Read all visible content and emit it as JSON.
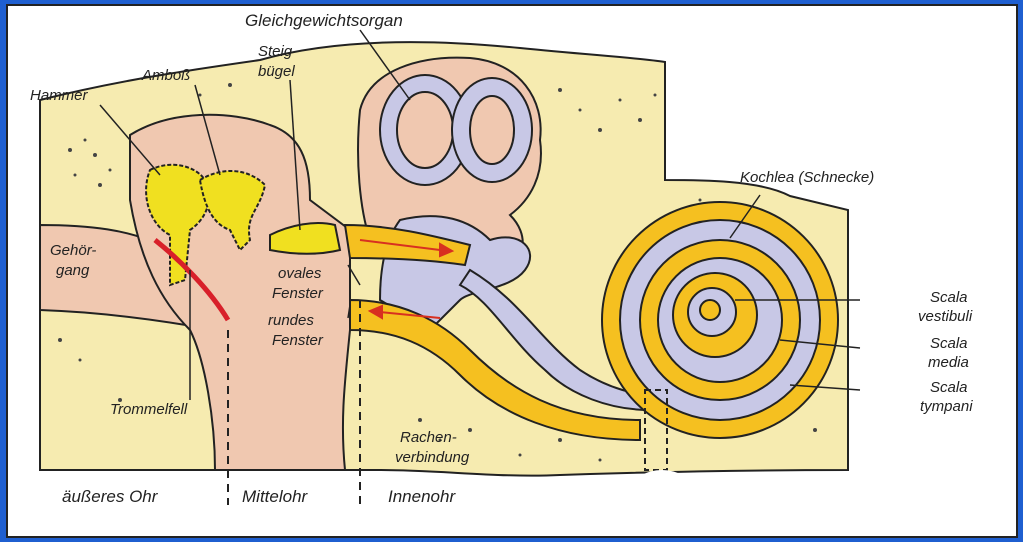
{
  "labels": {
    "gleichgewichtsorgan": "Gleichgewichtsorgan",
    "steigbuegel_1": "Steig-",
    "steigbuegel_2": "bügel",
    "amboss": "Amboß",
    "hammer": "Hammer",
    "gehoergang_1": "Gehör-",
    "gehoergang_2": "gang",
    "ovales_fenster_1": "ovales",
    "ovales_fenster_2": "Fenster",
    "rundes_fenster_1": "rundes",
    "rundes_fenster_2": "Fenster",
    "trommelfell": "Trommelfell",
    "kochlea": "Kochlea (Schnecke)",
    "scala_vestibuli_1": "Scala",
    "scala_vestibuli_2": "vestibuli",
    "scala_media_1": "Scala",
    "scala_media_2": "media",
    "scala_tympani_1": "Scala",
    "scala_tympani_2": "tympani",
    "rachenverbindung_1": "Rachen-",
    "rachenverbindung_2": "verbindung",
    "aeusseres_ohr": "äußeres Ohr",
    "mittelohr": "Mittelohr",
    "innenohr": "Innenohr"
  },
  "colors": {
    "bone": "#f6ebb0",
    "tissue": "#f0c8b0",
    "fluid": "#c8c8e6",
    "ossicle": "#f0e020",
    "membrane": "#d8202a",
    "duct": "#f5c020",
    "arrow": "#d83020"
  }
}
